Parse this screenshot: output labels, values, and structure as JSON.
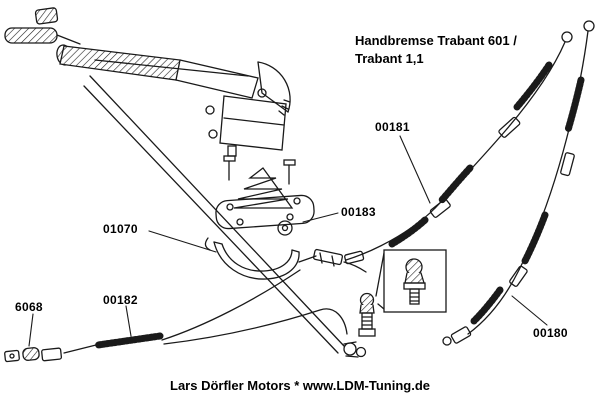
{
  "meta": {
    "background_color": "#ffffff",
    "ink_color": "#000000",
    "description": "Exploded parts diagram of Trabant handbrake assembly with part numbers"
  },
  "title": {
    "line1": "Handbremse Trabant 601 /",
    "line2": "Trabant 1,1"
  },
  "part_labels": {
    "p00181": "00181",
    "p00183": "00183",
    "p01070": "01070",
    "p00182": "00182",
    "p6068": "6068",
    "p00180": "00180"
  },
  "footer": {
    "text": "Lars Dörfler Motors * www.LDM-Tuning.de"
  }
}
